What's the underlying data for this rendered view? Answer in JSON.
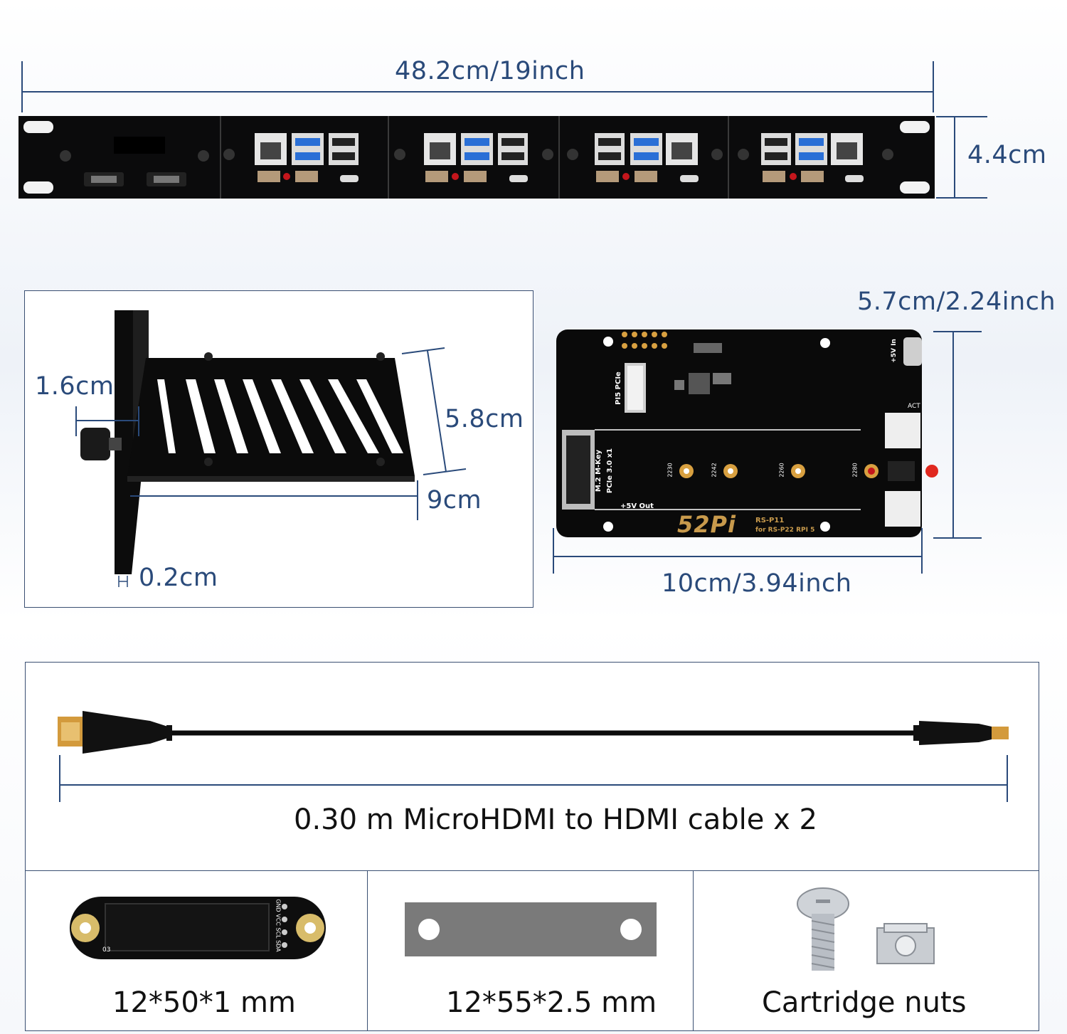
{
  "rack": {
    "width_label": "48.2cm/19inch",
    "height_label": "4.4cm"
  },
  "bracket": {
    "thickness_label": "1.6cm",
    "depth_label": "5.8cm",
    "length_label": "9cm",
    "plate_label": "0.2cm"
  },
  "pcb": {
    "height_label": "5.7cm/2.24inch",
    "width_label": "10cm/3.94inch",
    "silk": {
      "pcie": "PI5 PCIe",
      "m2": "M.2 M-Key",
      "pcie_gen": "PCIe 3.0 x1",
      "out": "+5V Out",
      "in": "+5V In",
      "act": "ACT",
      "brand": "52Pi",
      "model": "RS-P11",
      "model_sub": "for RS-P22 RPI 5",
      "s2230": "2230",
      "s2242": "2242",
      "s2260": "2260",
      "s2280": "2280"
    }
  },
  "cable": {
    "caption": "0.30 m MicroHDMI to HDMI cable  x 2"
  },
  "accessories": [
    {
      "label": "12*50*1 mm"
    },
    {
      "label": "12*55*2.5 mm"
    },
    {
      "label": "Cartridge nuts"
    }
  ],
  "oled_silk": {
    "pins": "GND VCC SCL SDA",
    "id": "03"
  }
}
